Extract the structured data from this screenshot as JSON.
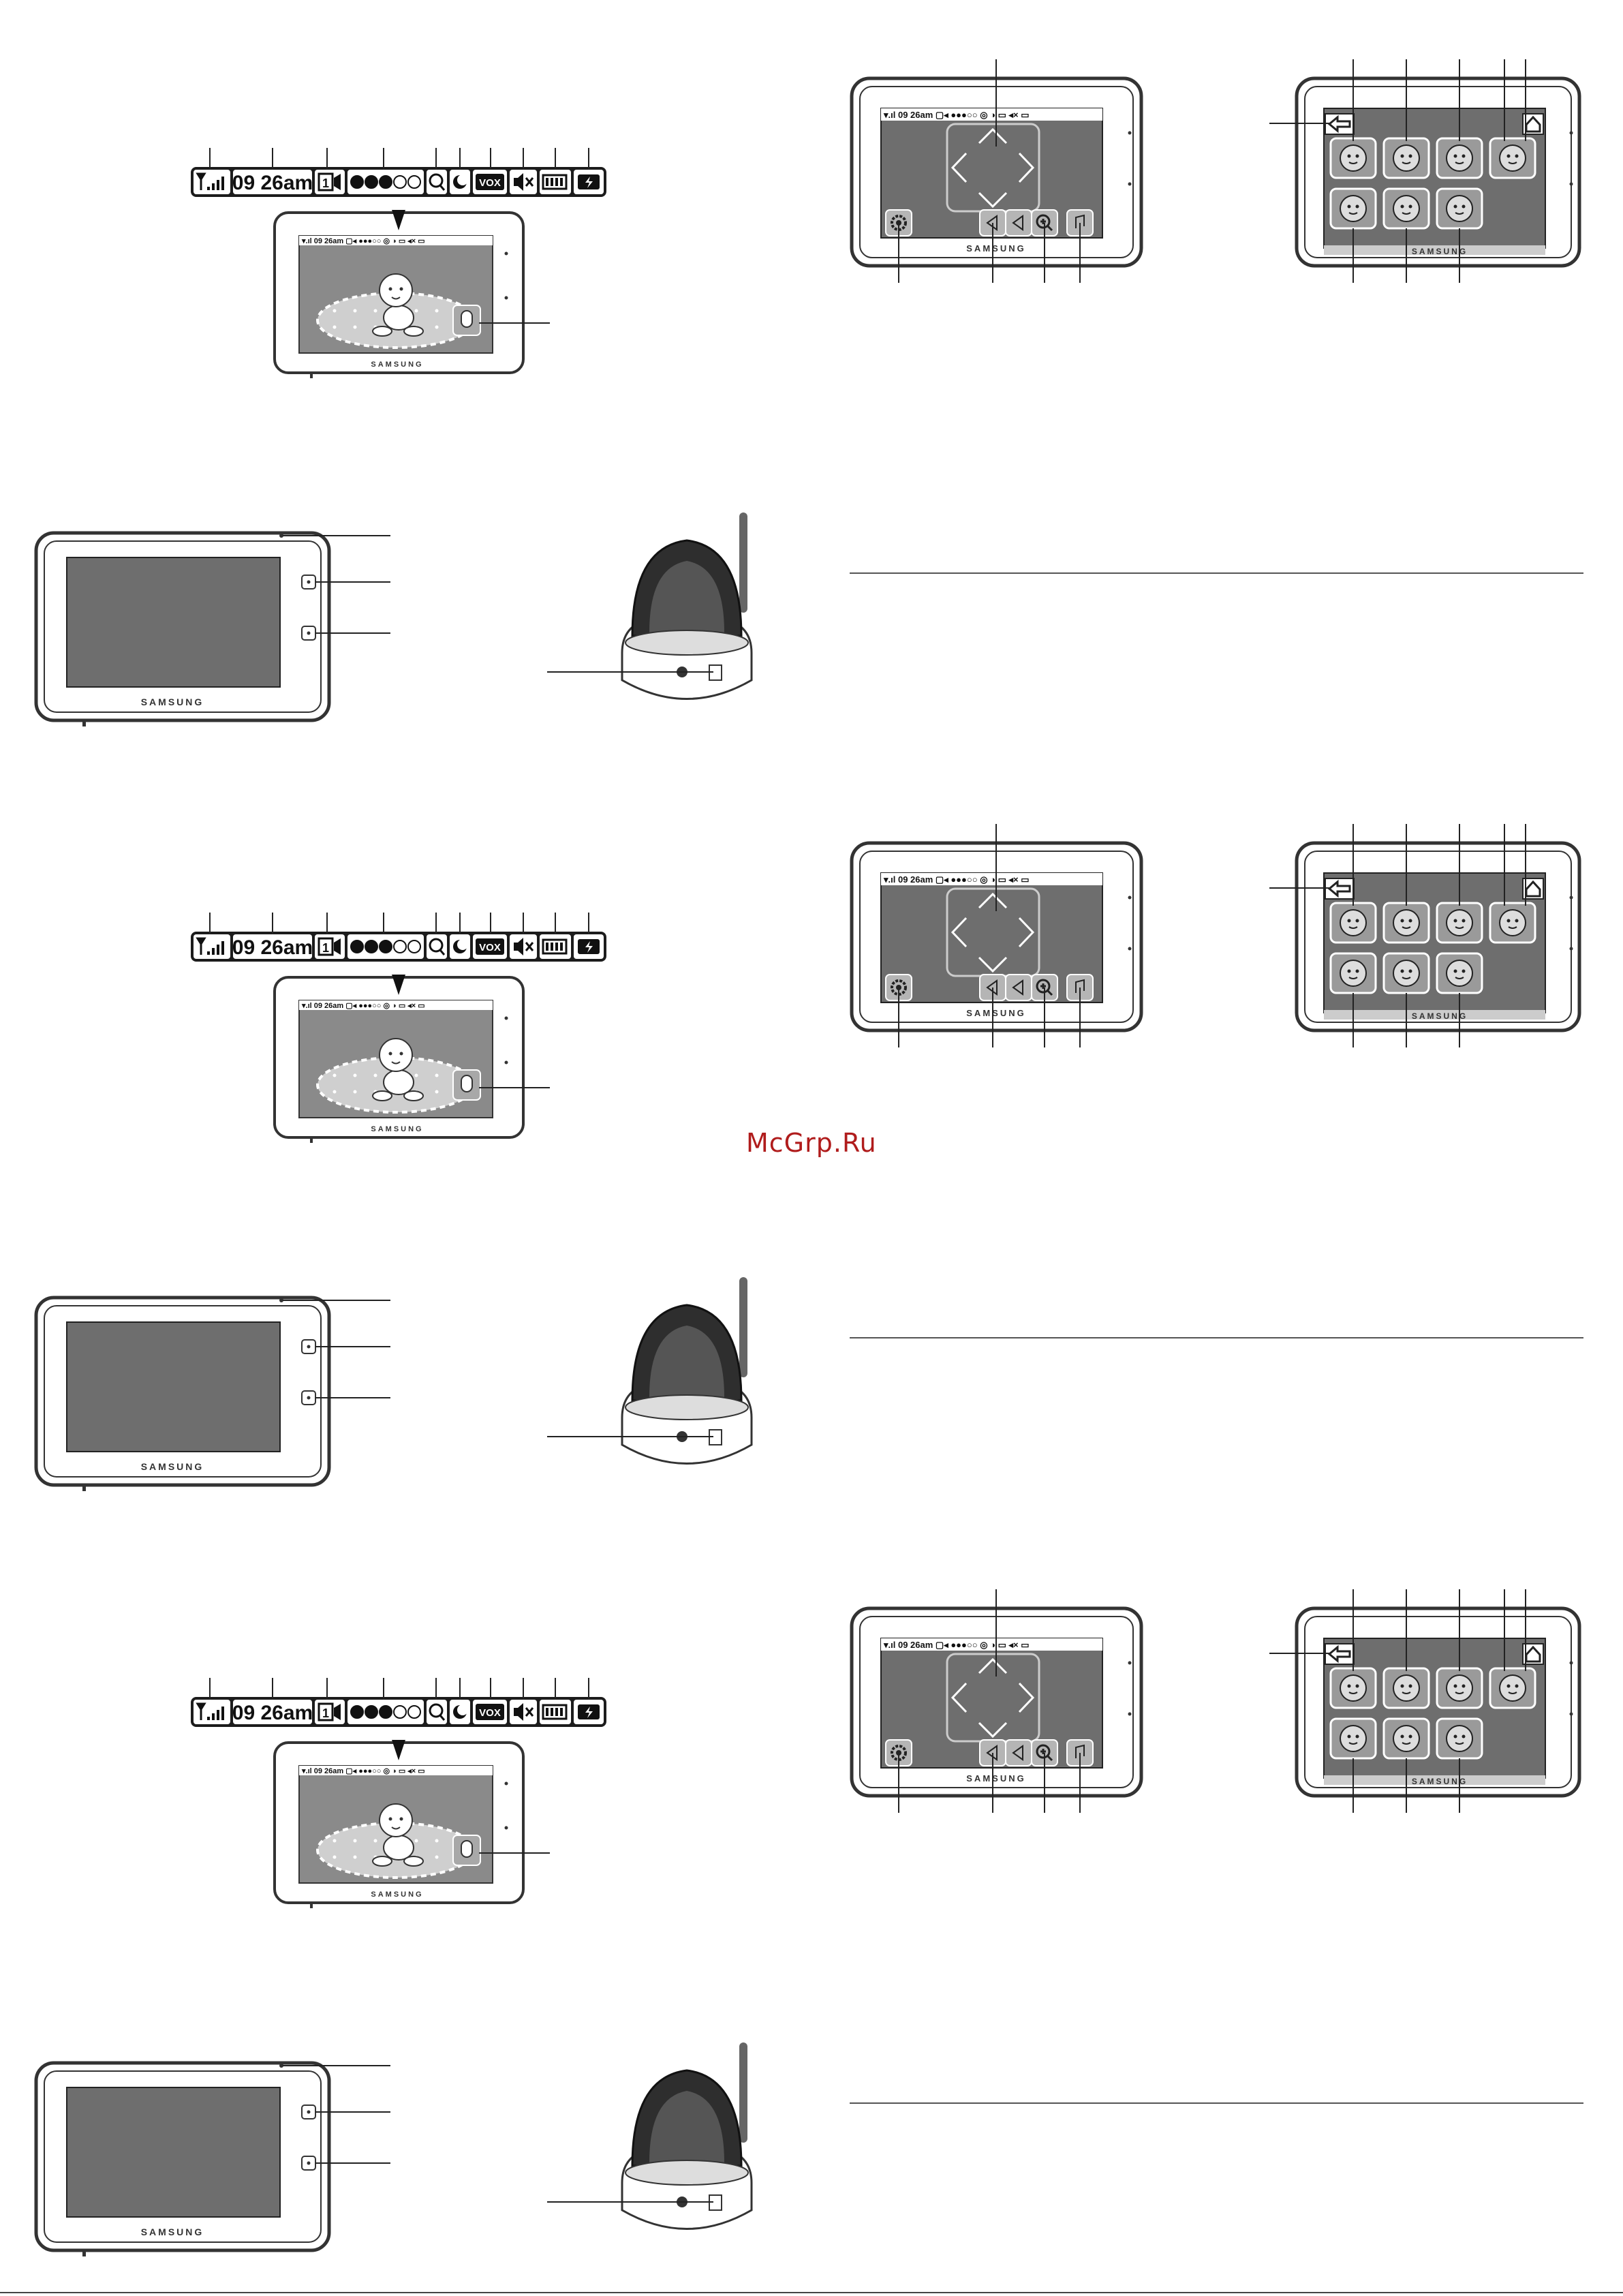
{
  "brand": "SAMSUNG",
  "watermark": "McGrp.Ru",
  "status_bar": {
    "time": "09 26am",
    "channel": "1",
    "vox": "VOX",
    "mini_time": "09 26am"
  },
  "sections": [
    {
      "id": 1
    },
    {
      "id": 2
    },
    {
      "id": 3
    }
  ],
  "colors": {
    "screen_gray": "#6e6e6e",
    "bar_black": "#1c1c1c",
    "frame": "#333333",
    "watermark": "#b01c1c"
  },
  "icons": [
    "signal-icon",
    "clock",
    "channel-icon",
    "brightness-dots-icon",
    "zoom-icon",
    "night-icon",
    "vox-icon",
    "mute-icon",
    "battery-icon",
    "charging-icon",
    "settings-icon",
    "volume-icon",
    "zoom-in-icon",
    "lullaby-icon",
    "back-arrow-icon",
    "home-icon",
    "brightness-icon",
    "camera-icon",
    "alarm-icon",
    "feeding-icon",
    "vox-mic-icon",
    "camera-settings-icon",
    "return-settings-icon",
    "baby-illustration",
    "camera-unit"
  ]
}
